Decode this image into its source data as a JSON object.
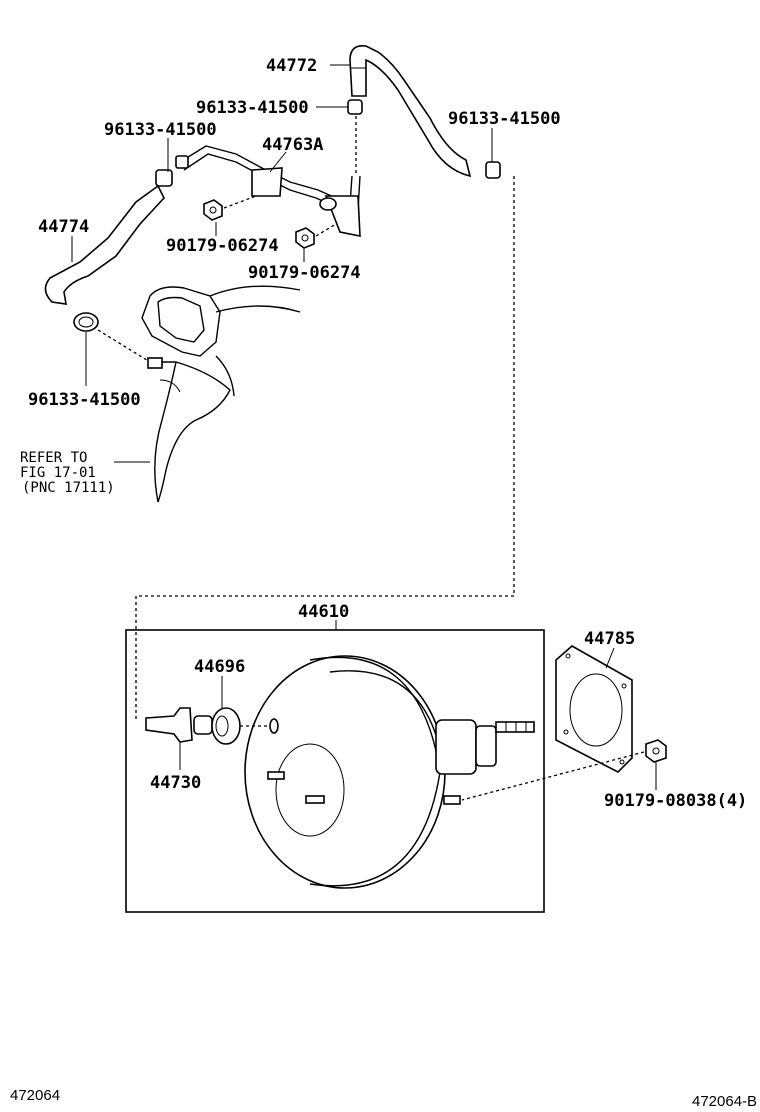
{
  "labels": {
    "hose_upper": "44772",
    "clamp_upper_left": "96133-41500",
    "clamp_upper_right": "96133-41500",
    "clamp_left": "96133-41500",
    "pipe": "44763A",
    "hose_left": "44774",
    "bolt_1": "90179-06274",
    "bolt_2": "90179-06274",
    "clamp_lower": "96133-41500",
    "booster": "44610",
    "grommet": "44696",
    "check_valve": "44730",
    "gasket": "44785",
    "nut": "90179-08038(4)"
  },
  "reference_note": {
    "line1": "REFER TO",
    "line2": "FIG 17-01",
    "line3": "(PNC 17111)"
  },
  "footer": {
    "left_code": "472064",
    "right_code": "472064-B"
  }
}
